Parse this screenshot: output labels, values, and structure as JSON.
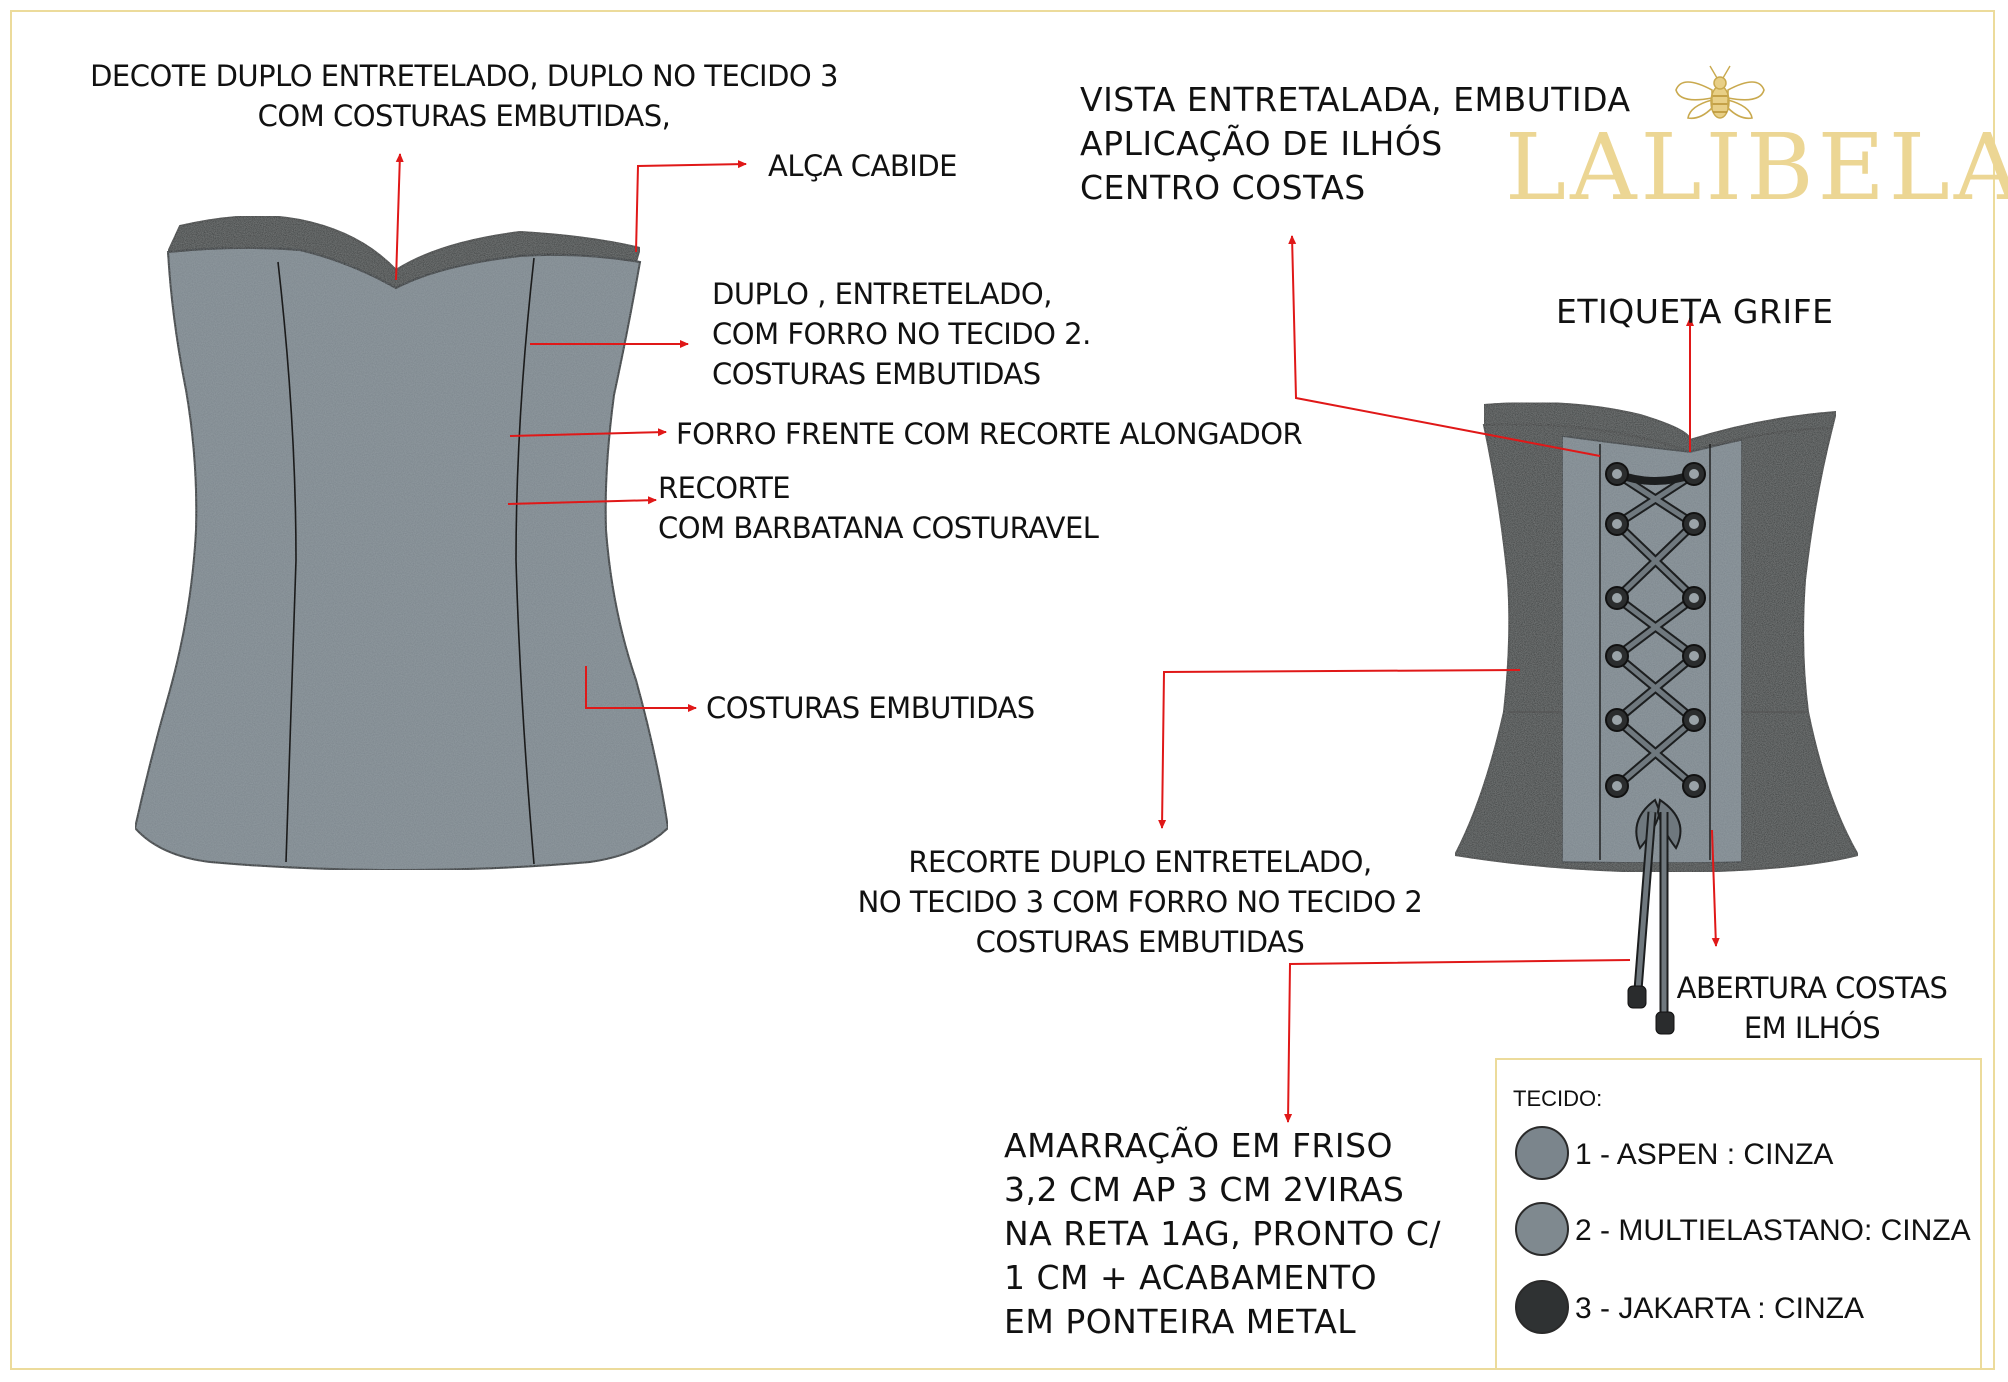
{
  "brand": {
    "name": "LALIBELA",
    "logo_icon": "bee-icon",
    "color": "#ecd694"
  },
  "colors": {
    "annotation_arrow": "#e01818",
    "frame": "#ecdb9b",
    "tecido_1_aspen": "#7b858c",
    "tecido_2_multielastano": "#7f898f",
    "tecido_3_jakarta": "#2f3233"
  },
  "front_view": {
    "labels": {
      "decote": [
        "DECOTE DUPLO ENTRETELADO, DUPLO NO TECIDO 3",
        "COM COSTURAS EMBUTIDAS,"
      ],
      "alca": "ALÇA CABIDE",
      "duplo": [
        "DUPLO , ENTRETELADO,",
        "COM FORRO NO TECIDO 2.",
        "COSTURAS EMBUTIDAS"
      ],
      "forro": "FORRO FRENTE COM RECORTE ALONGADOR",
      "recorte": [
        "RECORTE",
        "COM BARBATANA COSTURAVEL"
      ],
      "costuras": "COSTURAS EMBUTIDAS"
    }
  },
  "back_view": {
    "labels": {
      "vista": [
        "VISTA ENTRETALADA, EMBUTIDA",
        "APLICAÇÃO DE ILHÓS",
        "CENTRO COSTAS"
      ],
      "etiqueta": "ETIQUETA GRIFE",
      "recorte_duplo": [
        "RECORTE  DUPLO ENTRETELADO,",
        "NO  TECIDO 3 COM FORRO NO TECIDO 2",
        "COSTURAS EMBUTIDAS"
      ],
      "abertura": [
        "ABERTURA COSTAS",
        "EM ILHÓS"
      ],
      "amarracao": [
        "AMARRAÇÃO EM FRISO",
        "3,2 CM AP 3 CM 2VIRAS",
        "NA RETA 1AG, PRONTO C/",
        "1 CM +  ACABAMENTO",
        "EM PONTEIRA METAL"
      ]
    }
  },
  "legend": {
    "title": "TECIDO:",
    "items": [
      {
        "label": "1 - ASPEN : CINZA",
        "color": "#7b858c"
      },
      {
        "label": "2 - MULTIELASTANO: CINZA",
        "color": "#7f898f"
      },
      {
        "label": "3 - JAKARTA : CINZA",
        "color": "#2f3233"
      }
    ]
  }
}
